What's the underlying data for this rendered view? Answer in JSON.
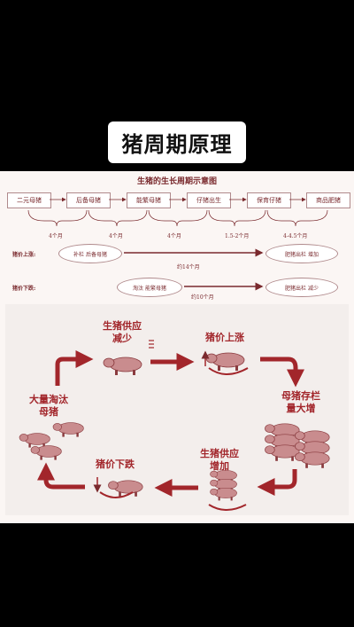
{
  "title": "猪周期原理",
  "diagram": {
    "top_title": "生猪的生长周期示意图",
    "stages": [
      "二元母猪",
      "后备母猪",
      "能繁母猪",
      "仔猪出生",
      "保育仔猪",
      "商品肥猪"
    ],
    "durations": [
      "4个月",
      "4个月",
      "4个月",
      "1.5-2个月",
      "4-4.5个月"
    ],
    "up_row": {
      "label": "猪价上涨:",
      "start": "补栏 后备母猪",
      "duration": "约14个月",
      "end": "肥猪出栏 增加"
    },
    "down_row": {
      "label": "猪价下跌:",
      "start": "淘汰 能繁母猪",
      "duration": "约10个月",
      "end": "肥猪出栏 减少"
    },
    "cycle": {
      "supply_down": [
        "生猪供应",
        "减少"
      ],
      "price_up": "猪价上涨",
      "sow_up": [
        "母猪存栏",
        "量大增"
      ],
      "supply_up": [
        "生猪供应",
        "增加"
      ],
      "price_down": "猪价下跌",
      "cull": [
        "大量淘汰",
        "母猪"
      ]
    },
    "colors": {
      "accent": "#a2262b",
      "text": "#7a2a2e"
    }
  }
}
